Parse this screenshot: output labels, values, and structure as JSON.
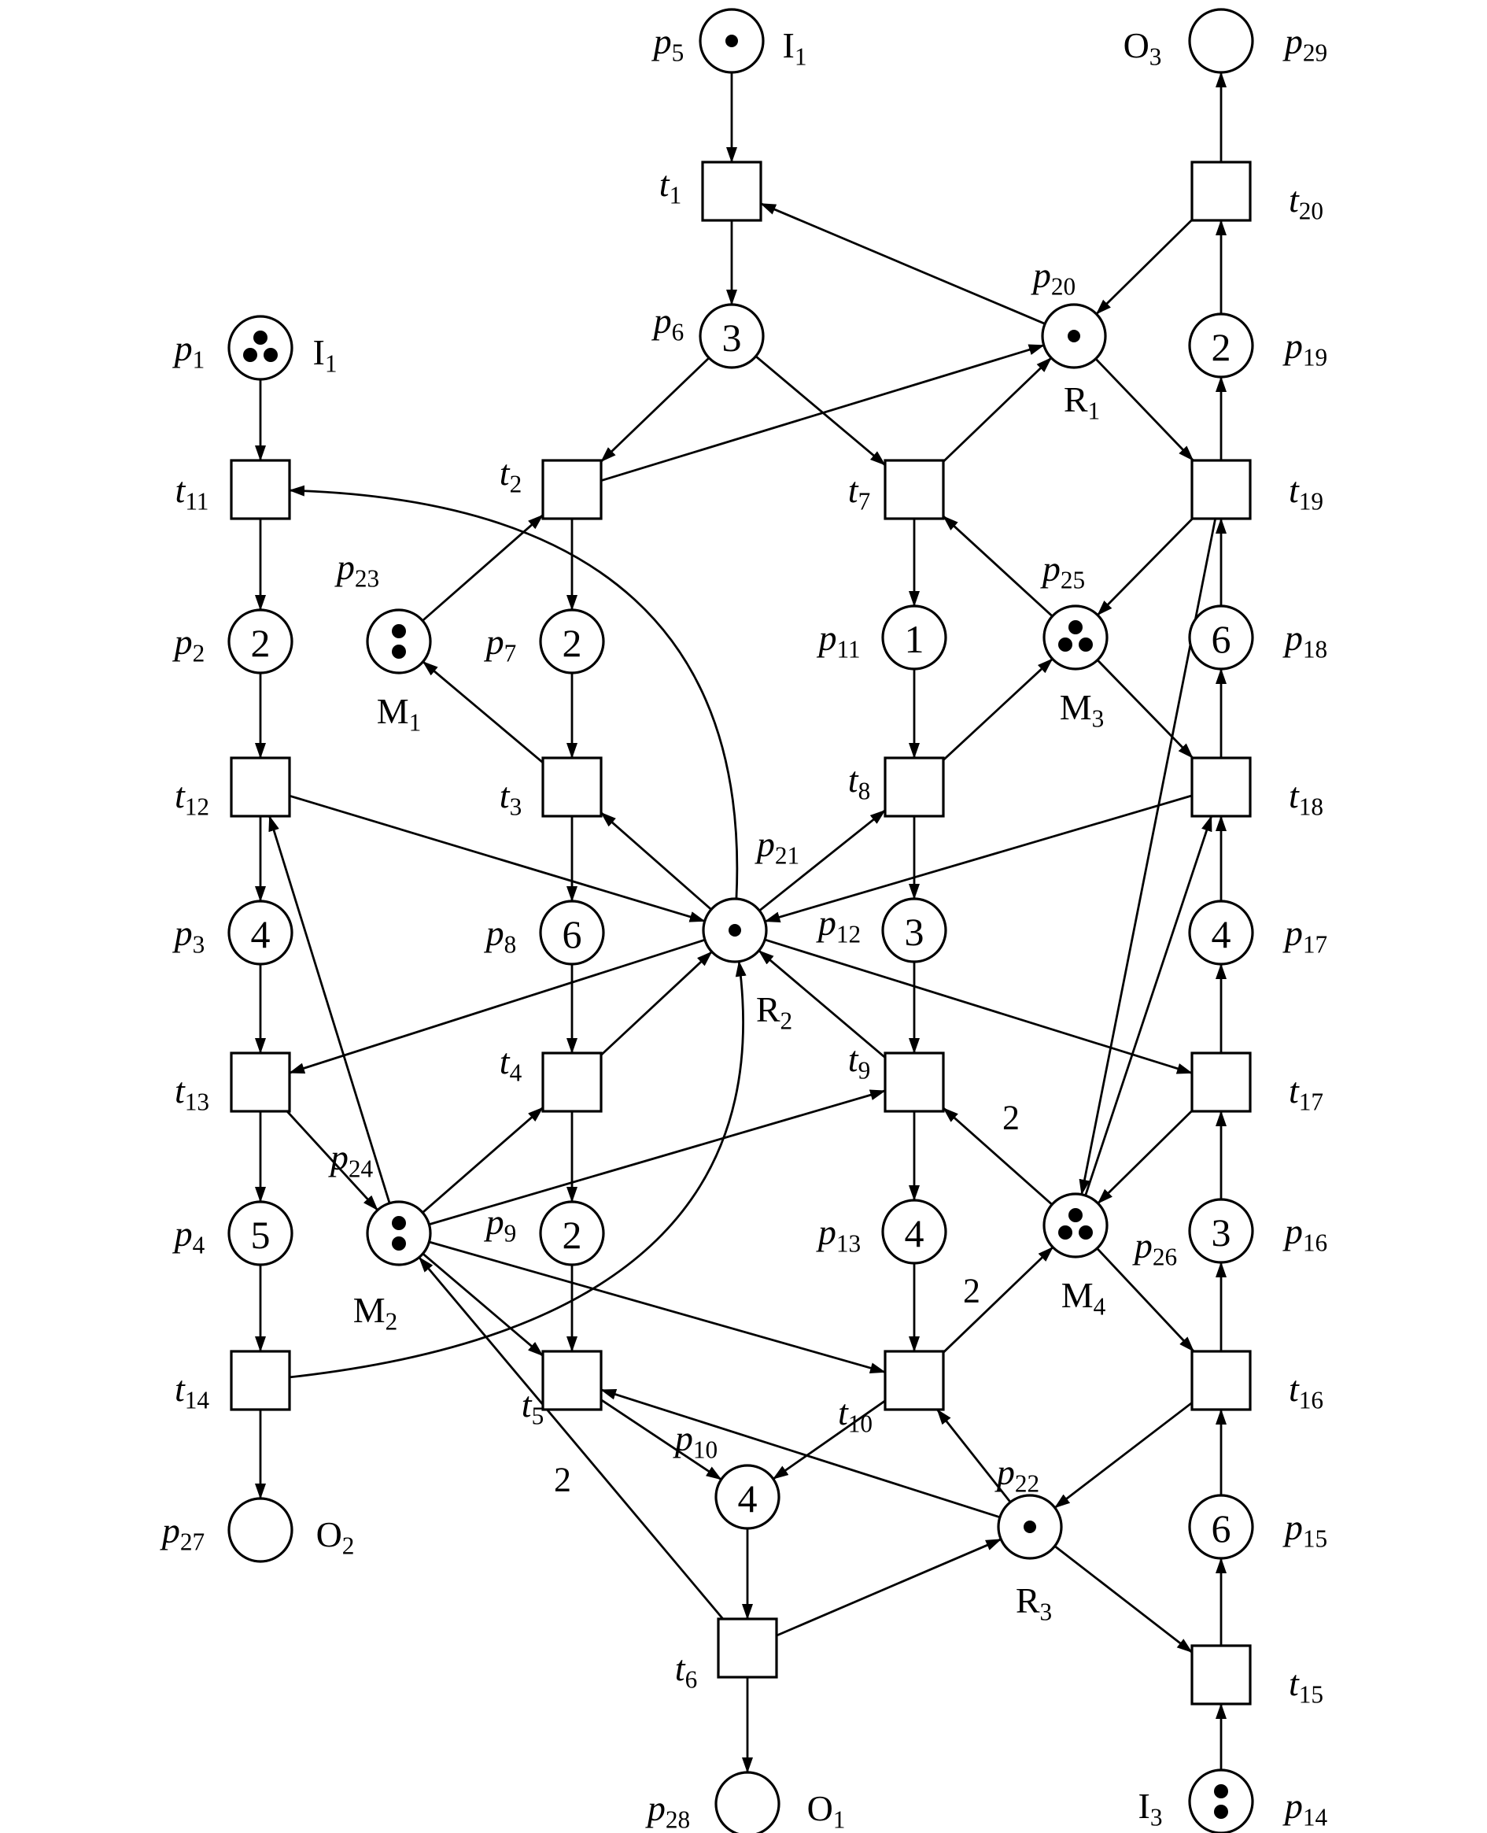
{
  "places": {
    "p1": {
      "label": "p",
      "sub": "1",
      "tokens": 3,
      "count": "",
      "tag": "I",
      "tag_sub": "1"
    },
    "p2": {
      "label": "p",
      "sub": "2",
      "tokens": 0,
      "count": "2",
      "tag": "",
      "tag_sub": ""
    },
    "p3": {
      "label": "p",
      "sub": "3",
      "tokens": 0,
      "count": "4",
      "tag": "",
      "tag_sub": ""
    },
    "p4": {
      "label": "p",
      "sub": "4",
      "tokens": 0,
      "count": "5",
      "tag": "",
      "tag_sub": ""
    },
    "p5": {
      "label": "p",
      "sub": "5",
      "tokens": 1,
      "count": "",
      "tag": "I",
      "tag_sub": "1"
    },
    "p6": {
      "label": "p",
      "sub": "6",
      "tokens": 0,
      "count": "3",
      "tag": "",
      "tag_sub": ""
    },
    "p7": {
      "label": "p",
      "sub": "7",
      "tokens": 0,
      "count": "2",
      "tag": "",
      "tag_sub": ""
    },
    "p8": {
      "label": "p",
      "sub": "8",
      "tokens": 0,
      "count": "6",
      "tag": "",
      "tag_sub": ""
    },
    "p9": {
      "label": "p",
      "sub": "9",
      "tokens": 0,
      "count": "2",
      "tag": "",
      "tag_sub": ""
    },
    "p10": {
      "label": "p",
      "sub": "10",
      "tokens": 0,
      "count": "4",
      "tag": "",
      "tag_sub": ""
    },
    "p11": {
      "label": "p",
      "sub": "11",
      "tokens": 0,
      "count": "1",
      "tag": "",
      "tag_sub": ""
    },
    "p12": {
      "label": "p",
      "sub": "12",
      "tokens": 0,
      "count": "3",
      "tag": "",
      "tag_sub": ""
    },
    "p13": {
      "label": "p",
      "sub": "13",
      "tokens": 0,
      "count": "4",
      "tag": "",
      "tag_sub": ""
    },
    "p14": {
      "label": "p",
      "sub": "14",
      "tokens": 2,
      "count": "",
      "tag": "I",
      "tag_sub": "3"
    },
    "p15": {
      "label": "p",
      "sub": "15",
      "tokens": 0,
      "count": "6",
      "tag": "",
      "tag_sub": ""
    },
    "p16": {
      "label": "p",
      "sub": "16",
      "tokens": 0,
      "count": "3",
      "tag": "",
      "tag_sub": ""
    },
    "p17": {
      "label": "p",
      "sub": "17",
      "tokens": 0,
      "count": "4",
      "tag": "",
      "tag_sub": ""
    },
    "p18": {
      "label": "p",
      "sub": "18",
      "tokens": 0,
      "count": "6",
      "tag": "",
      "tag_sub": ""
    },
    "p19": {
      "label": "p",
      "sub": "19",
      "tokens": 0,
      "count": "2",
      "tag": "",
      "tag_sub": ""
    },
    "p20": {
      "label": "p",
      "sub": "20",
      "tokens": 1,
      "count": "",
      "tag": "R",
      "tag_sub": "1"
    },
    "p21": {
      "label": "p",
      "sub": "21",
      "tokens": 1,
      "count": "",
      "tag": "R",
      "tag_sub": "2"
    },
    "p22": {
      "label": "p",
      "sub": "22",
      "tokens": 1,
      "count": "",
      "tag": "R",
      "tag_sub": "3"
    },
    "p23": {
      "label": "p",
      "sub": "23",
      "tokens": 2,
      "count": "",
      "tag": "M",
      "tag_sub": "1"
    },
    "p24": {
      "label": "p",
      "sub": "24",
      "tokens": 2,
      "count": "",
      "tag": "M",
      "tag_sub": "2"
    },
    "p25": {
      "label": "p",
      "sub": "25",
      "tokens": 3,
      "count": "",
      "tag": "M",
      "tag_sub": "3"
    },
    "p26": {
      "label": "p",
      "sub": "26",
      "tokens": 3,
      "count": "",
      "tag": "M",
      "tag_sub": "4"
    },
    "p27": {
      "label": "p",
      "sub": "27",
      "tokens": 0,
      "count": "",
      "tag": "O",
      "tag_sub": "2"
    },
    "p28": {
      "label": "p",
      "sub": "28",
      "tokens": 0,
      "count": "",
      "tag": "O",
      "tag_sub": "1"
    },
    "p29": {
      "label": "p",
      "sub": "29",
      "tokens": 0,
      "count": "",
      "tag": "O",
      "tag_sub": "3"
    }
  },
  "transitions": {
    "t1": {
      "label": "t",
      "sub": "1"
    },
    "t2": {
      "label": "t",
      "sub": "2"
    },
    "t3": {
      "label": "t",
      "sub": "3"
    },
    "t4": {
      "label": "t",
      "sub": "4"
    },
    "t5": {
      "label": "t",
      "sub": "5"
    },
    "t6": {
      "label": "t",
      "sub": "6"
    },
    "t7": {
      "label": "t",
      "sub": "7"
    },
    "t8": {
      "label": "t",
      "sub": "8"
    },
    "t9": {
      "label": "t",
      "sub": "9"
    },
    "t10": {
      "label": "t",
      "sub": "10"
    },
    "t11": {
      "label": "t",
      "sub": "11"
    },
    "t12": {
      "label": "t",
      "sub": "12"
    },
    "t13": {
      "label": "t",
      "sub": "13"
    },
    "t14": {
      "label": "t",
      "sub": "14"
    },
    "t15": {
      "label": "t",
      "sub": "15"
    },
    "t16": {
      "label": "t",
      "sub": "16"
    },
    "t17": {
      "label": "t",
      "sub": "17"
    },
    "t18": {
      "label": "t",
      "sub": "18"
    },
    "t19": {
      "label": "t",
      "sub": "19"
    },
    "t20": {
      "label": "t",
      "sub": "20"
    }
  },
  "arcs": [
    {
      "from": "p5",
      "to": "t1"
    },
    {
      "from": "t1",
      "to": "p6"
    },
    {
      "from": "p6",
      "to": "t2"
    },
    {
      "from": "p6",
      "to": "t7"
    },
    {
      "from": "p20",
      "to": "t1"
    },
    {
      "from": "t2",
      "to": "p20"
    },
    {
      "from": "t7",
      "to": "p20"
    },
    {
      "from": "p20",
      "to": "t19"
    },
    {
      "from": "t20",
      "to": "p20"
    },
    {
      "from": "t20",
      "to": "p29"
    },
    {
      "from": "p19",
      "to": "t20"
    },
    {
      "from": "t19",
      "to": "p19"
    },
    {
      "from": "p1",
      "to": "t11"
    },
    {
      "from": "t11",
      "to": "p2"
    },
    {
      "from": "p2",
      "to": "t12"
    },
    {
      "from": "t12",
      "to": "p3"
    },
    {
      "from": "p3",
      "to": "t13"
    },
    {
      "from": "t13",
      "to": "p4"
    },
    {
      "from": "p4",
      "to": "t14"
    },
    {
      "from": "t14",
      "to": "p27"
    },
    {
      "from": "p23",
      "to": "t2"
    },
    {
      "from": "t2",
      "to": "p7"
    },
    {
      "from": "p7",
      "to": "t3"
    },
    {
      "from": "t3",
      "to": "p23"
    },
    {
      "from": "t3",
      "to": "p8"
    },
    {
      "from": "p8",
      "to": "t4"
    },
    {
      "from": "t4",
      "to": "p9"
    },
    {
      "from": "p9",
      "to": "t5"
    },
    {
      "from": "t5",
      "to": "p10"
    },
    {
      "from": "p10",
      "to": "t6"
    },
    {
      "from": "t6",
      "to": "p28"
    },
    {
      "from": "t6",
      "to": "p22"
    },
    {
      "from": "t7",
      "to": "p11"
    },
    {
      "from": "p25",
      "to": "t7"
    },
    {
      "from": "p11",
      "to": "t8"
    },
    {
      "from": "t8",
      "to": "p25"
    },
    {
      "from": "t8",
      "to": "p12"
    },
    {
      "from": "p12",
      "to": "t9"
    },
    {
      "from": "t9",
      "to": "p13"
    },
    {
      "from": "p13",
      "to": "t10"
    },
    {
      "from": "t10",
      "to": "p10"
    },
    {
      "from": "t10",
      "to": "p26",
      "weight": "2"
    },
    {
      "from": "p26",
      "to": "t9",
      "weight": "2"
    },
    {
      "from": "p21",
      "to": "t11",
      "curve": true
    },
    {
      "from": "t12",
      "to": "p21"
    },
    {
      "from": "p21",
      "to": "t13"
    },
    {
      "from": "t14",
      "to": "p21",
      "curve": true
    },
    {
      "from": "p21",
      "to": "t3"
    },
    {
      "from": "t4",
      "to": "p21"
    },
    {
      "from": "p21",
      "to": "t8"
    },
    {
      "from": "t9",
      "to": "p21"
    },
    {
      "from": "p21",
      "to": "t17"
    },
    {
      "from": "t18",
      "to": "p21"
    },
    {
      "from": "p24",
      "to": "t12"
    },
    {
      "from": "t13",
      "to": "p24"
    },
    {
      "from": "p24",
      "to": "t4"
    },
    {
      "from": "p24",
      "to": "t9"
    },
    {
      "from": "p24",
      "to": "t5"
    },
    {
      "from": "p24",
      "to": "t10"
    },
    {
      "from": "t6",
      "to": "p24",
      "weight": "2"
    },
    {
      "from": "p22",
      "to": "t5"
    },
    {
      "from": "p22",
      "to": "t10"
    },
    {
      "from": "p22",
      "to": "t15"
    },
    {
      "from": "t16",
      "to": "p22"
    },
    {
      "from": "p14",
      "to": "t15"
    },
    {
      "from": "t15",
      "to": "p15"
    },
    {
      "from": "p15",
      "to": "t16"
    },
    {
      "from": "t16",
      "to": "p16"
    },
    {
      "from": "p16",
      "to": "t17"
    },
    {
      "from": "t17",
      "to": "p17"
    },
    {
      "from": "p17",
      "to": "t18"
    },
    {
      "from": "t18",
      "to": "p18"
    },
    {
      "from": "p18",
      "to": "t19"
    },
    {
      "from": "p25",
      "to": "t18"
    },
    {
      "from": "t19",
      "to": "p25"
    },
    {
      "from": "p26",
      "to": "t16"
    },
    {
      "from": "t17",
      "to": "p26"
    },
    {
      "from": "t19",
      "to": "p26"
    },
    {
      "from": "p26",
      "to": "t18"
    }
  ]
}
